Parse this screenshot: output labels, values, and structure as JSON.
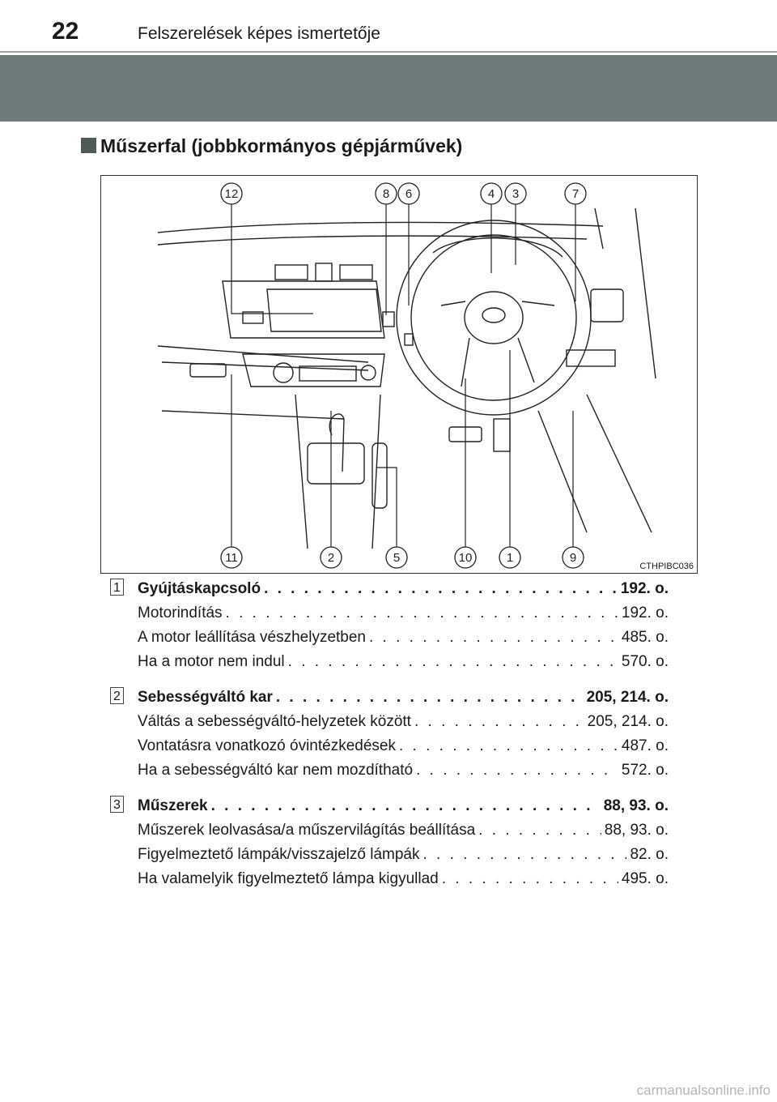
{
  "header": {
    "page_number": "22",
    "running_title": "Felszerelések képes ismertetője"
  },
  "section": {
    "title": "Műszerfal (jobbkormányos gépjárművek)"
  },
  "figure": {
    "code": "CTHPIBC036",
    "callouts_top": [
      "12",
      "8",
      "6",
      "4",
      "3",
      "7"
    ],
    "callouts_bottom": [
      "11",
      "2",
      "5",
      "10",
      "1",
      "9"
    ]
  },
  "entries": [
    {
      "number": "1",
      "rows": [
        {
          "label": "Gyújtáskapcsoló",
          "page": "192. o.",
          "bold": true
        },
        {
          "label": "Motorindítás",
          "page": "192. o."
        },
        {
          "label": "A motor leállítása vészhelyzetben",
          "page": "485. o."
        },
        {
          "label": "Ha a motor nem indul",
          "page": "570. o."
        }
      ]
    },
    {
      "number": "2",
      "rows": [
        {
          "label": "Sebességváltó kar",
          "page": "205, 214. o.",
          "bold": true
        },
        {
          "label": "Váltás a sebességváltó-helyzetek között",
          "page": "205, 214. o."
        },
        {
          "label": "Vontatásra vonatkozó óvintézkedések",
          "page": "487. o."
        },
        {
          "label": "Ha a sebességváltó kar nem mozdítható",
          "page": "572. o."
        }
      ]
    },
    {
      "number": "3",
      "rows": [
        {
          "label": "Műszerek",
          "page": "88, 93. o.",
          "bold": true
        },
        {
          "label": "Műszerek leolvasása/a műszervilágítás beállítása",
          "page": "88, 93. o."
        },
        {
          "label": "Figyelmeztető lámpák/visszajelző lámpák",
          "page": "82. o."
        },
        {
          "label": "Ha valamelyik figyelmeztető lámpa kigyullad",
          "page": "495. o."
        }
      ]
    }
  ],
  "watermark": "carmanualsonline.info"
}
